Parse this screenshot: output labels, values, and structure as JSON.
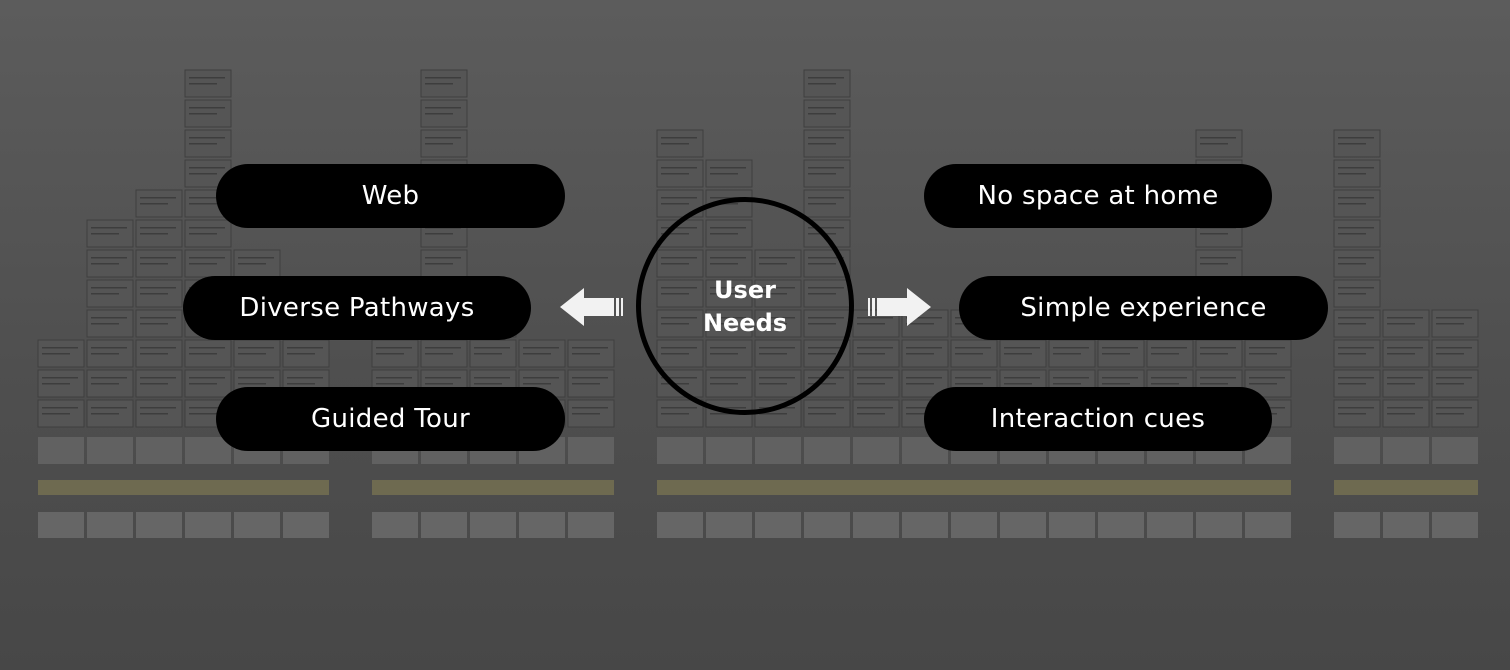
{
  "center": {
    "label": "User\nNeeds"
  },
  "left_needs": [
    "Web",
    "Diverse Pathways",
    "Guided Tour"
  ],
  "right_needs": [
    "No space at home",
    "Simple experience",
    "Interaction cues"
  ],
  "colors": {
    "pill_fill": "#000000",
    "pill_text": "#ffffff",
    "arrow_fill": "#f2f2f2",
    "background_top": "#5c5c5c",
    "background_bottom": "#474747",
    "phase_band": "#6e6a50"
  },
  "icons": {
    "left_arrow": "arrow-left-icon",
    "right_arrow": "arrow-right-icon"
  }
}
